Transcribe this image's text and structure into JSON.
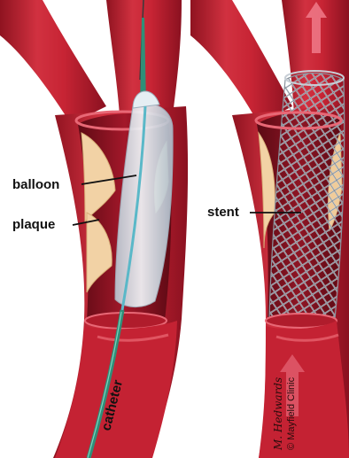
{
  "labels": {
    "balloon": "balloon",
    "plaque": "plaque",
    "catheter": "catheter",
    "stent": "stent"
  },
  "credit": {
    "signature": "M. Hedwards",
    "copyright": "© Mayfield Clinic"
  },
  "colors": {
    "artery_dark": "#9c1622",
    "artery_main": "#c72434",
    "artery_light": "#e05562",
    "lumen": "#7a0f1a",
    "plaque": "#f2d2a5",
    "balloon": "#d9e6ee",
    "catheter": "#2f8f78",
    "stent": "#9aa3ad",
    "arrow": "#f07a8a"
  }
}
